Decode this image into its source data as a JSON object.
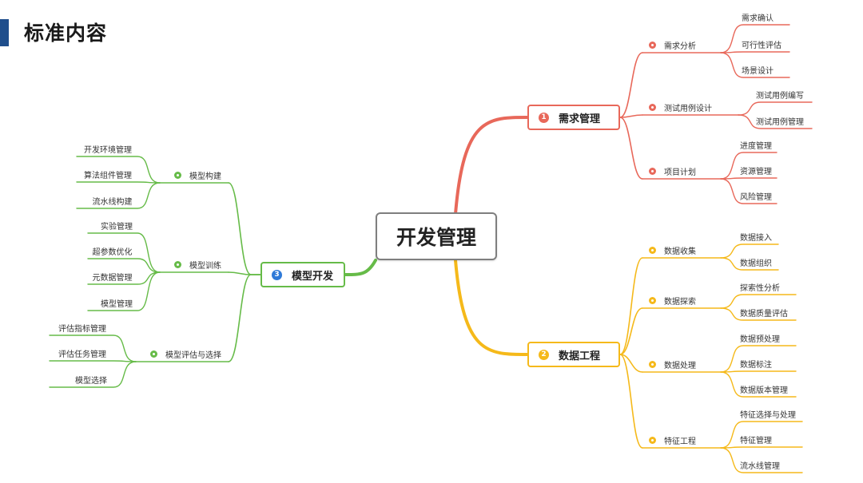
{
  "page": {
    "title": "标准内容"
  },
  "root": {
    "label": "开发管理"
  },
  "colors": {
    "red": "#e8685a",
    "yellow": "#f5b91a",
    "green": "#66bb48",
    "title_bar": "#1f4e8c",
    "blue_badge": "#2f7ad8"
  },
  "branches": [
    {
      "badge": "1",
      "label": "需求管理",
      "color": "red",
      "children": [
        {
          "label": "需求分析",
          "leaves": [
            "需求确认",
            "可行性评估",
            "场景设计"
          ]
        },
        {
          "label": "测试用例设计",
          "leaves": [
            "测试用例编写",
            "测试用例管理"
          ]
        },
        {
          "label": "项目计划",
          "leaves": [
            "进度管理",
            "资源管理",
            "风险管理"
          ]
        }
      ]
    },
    {
      "badge": "2",
      "label": "数据工程",
      "color": "yellow",
      "children": [
        {
          "label": "数据收集",
          "leaves": [
            "数据接入",
            "数据组织"
          ]
        },
        {
          "label": "数据探索",
          "leaves": [
            "探索性分析",
            "数据质量评估"
          ]
        },
        {
          "label": "数据处理",
          "leaves": [
            "数据预处理",
            "数据标注",
            "数据版本管理"
          ]
        },
        {
          "label": "特征工程",
          "leaves": [
            "特征选择与处理",
            "特征管理",
            "流水线管理"
          ]
        }
      ]
    },
    {
      "badge": "3",
      "label": "模型开发",
      "color": "green",
      "children": [
        {
          "label": "模型构建",
          "leaves": [
            "开发环境管理",
            "算法组件管理",
            "流水线构建"
          ]
        },
        {
          "label": "模型训练",
          "leaves": [
            "实验管理",
            "超参数优化",
            "元数据管理",
            "模型管理"
          ]
        },
        {
          "label": "模型评估与选择",
          "leaves": [
            "评估指标管理",
            "评估任务管理",
            "模型选择"
          ]
        }
      ]
    }
  ]
}
